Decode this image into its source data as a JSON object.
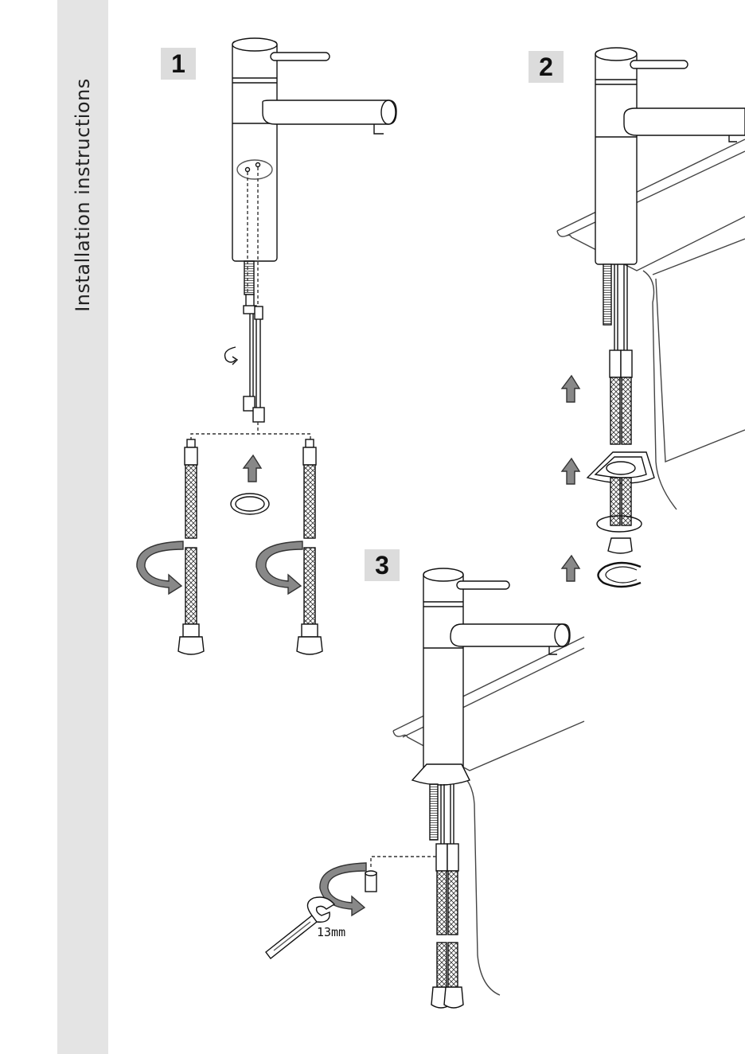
{
  "sidebar": {
    "title": "Installation instructions"
  },
  "steps": [
    {
      "number": "1"
    },
    {
      "number": "2"
    },
    {
      "number": "3"
    }
  ],
  "step3": {
    "wrench_size": "13mm"
  }
}
